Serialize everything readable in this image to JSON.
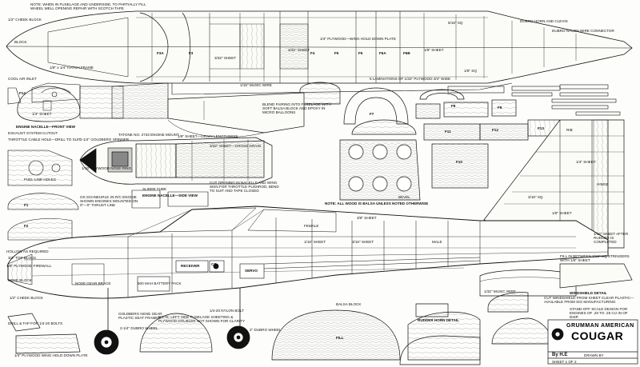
{
  "notes": {
    "top_note": "NOTE: WHEN IN FUSELAGE AND UNDERSIDE, TO PARTIALLY FILL WHEEL WELL OPENING REPAIR WITH SCOTCH TAPE",
    "cheek_block_top": "1/2\" CHEEK BLOCK",
    "block_top": "BLOCK",
    "plywood_hold_down": "1/4\" PLYWOOD—WING HOLD DOWN PLATE",
    "sheet_3_32": "3/32\" SHEET",
    "hatch_frame": "1/8\" x 1/4\" HATCH FRAME",
    "wing_wire": "1/16\" MUSIC WIRE",
    "laminations": "5 LAMINATIONS OF 1/32\" PLYWOOD 3/4\" WIDE",
    "blend_fairing": "BLEND FAIRING INTO FUSELAGE WITH SOFT BALSA BLOCK AND EPOXY IN MICRO BALLOONS",
    "cool_air_inlet": "COOL AIR INLET",
    "engine_nacelle_front": "ENGINE NACELLE—FRONT VIEW",
    "engine_nacelle_side": "ENGINE NACELLE—SIDE VIEW",
    "exhaust": "EXHAUST SYSTEM CUTOUT",
    "throttle": "THROTTLE CABLE HOLE—DRILL TO SUIT",
    "spinner": "2-1/4\" GOLDBERG SPINNER",
    "tatone": "TATONE NO. 2733 ENGINE MOUNT",
    "sheet_grain_lengthwise": "1/8\" SHEET—GRAIN LENGTHWISE",
    "cross_grain": "3/32\" SHEET—CROSS GRAIN",
    "plywood_nose": "1/16\" PLYWOOD NOSE RING",
    "fuel_line": "FUEL LINE HOLES",
    "slider_tube": "SLIDER TUBE",
    "os_engine": "OS SCHNEURLE 25 R/C ENGINE SHOWN ENGINES MOUNTED ON 0\"—0\" THRUST LINE",
    "cut_opening": "CUT OPENING IN NACELLE AND WING SKIN FOR THROTTLE PUSHROD, BEND TO SUIT AND TAPE CLOSED",
    "note_balsa": "NOTE: ALL WOOD IS BALSA UNLESS NOTED OTHERWISE",
    "hollow_as_required": "HOLLOW AS REQUIRED",
    "top_block": "3/4\" TOP BLOCK",
    "nose_block": "NOSE BLOCK",
    "plywood_firewall": "1/8\" PLYWOOD FIREWALL",
    "cheek_block": "1/2\" CHEEK BLOCK",
    "nose_gear": "NOSE GEAR BRACE",
    "battery": "500 MAH BATTERY PACK",
    "receiver": "RECEIVER",
    "cg": "CG",
    "servo": "SERVO",
    "goldberg_nose": "GOLDBERG NOSE GEAR PLASTIC SEAT FRAMER",
    "dubro_wheel": "2-1/4\" DUBRO WHEEL",
    "drill_tap": "DRILL & TAP FOR 1/4-20 BOLTS",
    "plywood_wing_hold": "1/4\" PLYWOOD WING HOLD DOWN PLATE",
    "dubro_wheels_main": "2\" DUBRO WHEEL",
    "nylon_bolt": "1/4-20 NYLON BOLT",
    "note_fuselage": "NOTE: LEFT SIDE FUSELAGE SHEETING & PLYWOOD DOUBLER NOT SHOWN FOR CLARITY",
    "balsa_block": "BALSA BLOCK",
    "rudder_horn": "RUDDER HORN DETAIL",
    "music_wire": "1/32\" MUSIC WIRE",
    "stand_off": "STAND-OFF SCALE DESIGN FOR ENGINES OF .20 TO .25 CU IN OF DISP.",
    "windshield_detail": "WINDSHIELD DETAIL",
    "cut_windshield": "CUT WINDSHIELD FROM SHEET CLEAR PLASTIC—AVAILABLE FROM SIG MANUFACTURING",
    "fill_in_between": "FILL IN BETWEEN 3/16\" SQ STRINGERS WITH 1/8\" SHEET",
    "stab_note": "1/16\" SHEET AFTER RUDDER IS COMPLETED",
    "elevator_horn": "DUBRO HORN AND CLEVIS",
    "music_wire_connector": "DUBRO NYLON WIRE CONNECTOR",
    "tail_labels": [
      "RIB",
      "1/4\" SHEET",
      "3/16\" SQ",
      "HINGE",
      "1/8\" SHEET"
    ],
    "misc_small": [
      "3/32\" SHEET",
      "1/8\" SHEET",
      "3/16\" SHEET",
      "1/16\" SHEET",
      "1/4\" SHEET",
      "5/16\" SQ",
      "1/8\" SQ",
      "3/8\" SHEET",
      "F3A",
      "F3",
      "F4",
      "F5",
      "F6",
      "F6A",
      "F6B",
      "F7",
      "F8",
      "F9",
      "F10",
      "F11",
      "F12",
      "F13",
      "F14",
      "F2",
      "F1",
      "FILL",
      "FEMALE",
      "MALE",
      "BEVEL"
    ]
  },
  "title_block": {
    "title1": "GRUMMAN AMERICAN",
    "title2": "COUGAR",
    "by": "By H.E",
    "drawn": "DRAWN BY",
    "sheet": "SHEET 1 OF 2"
  }
}
